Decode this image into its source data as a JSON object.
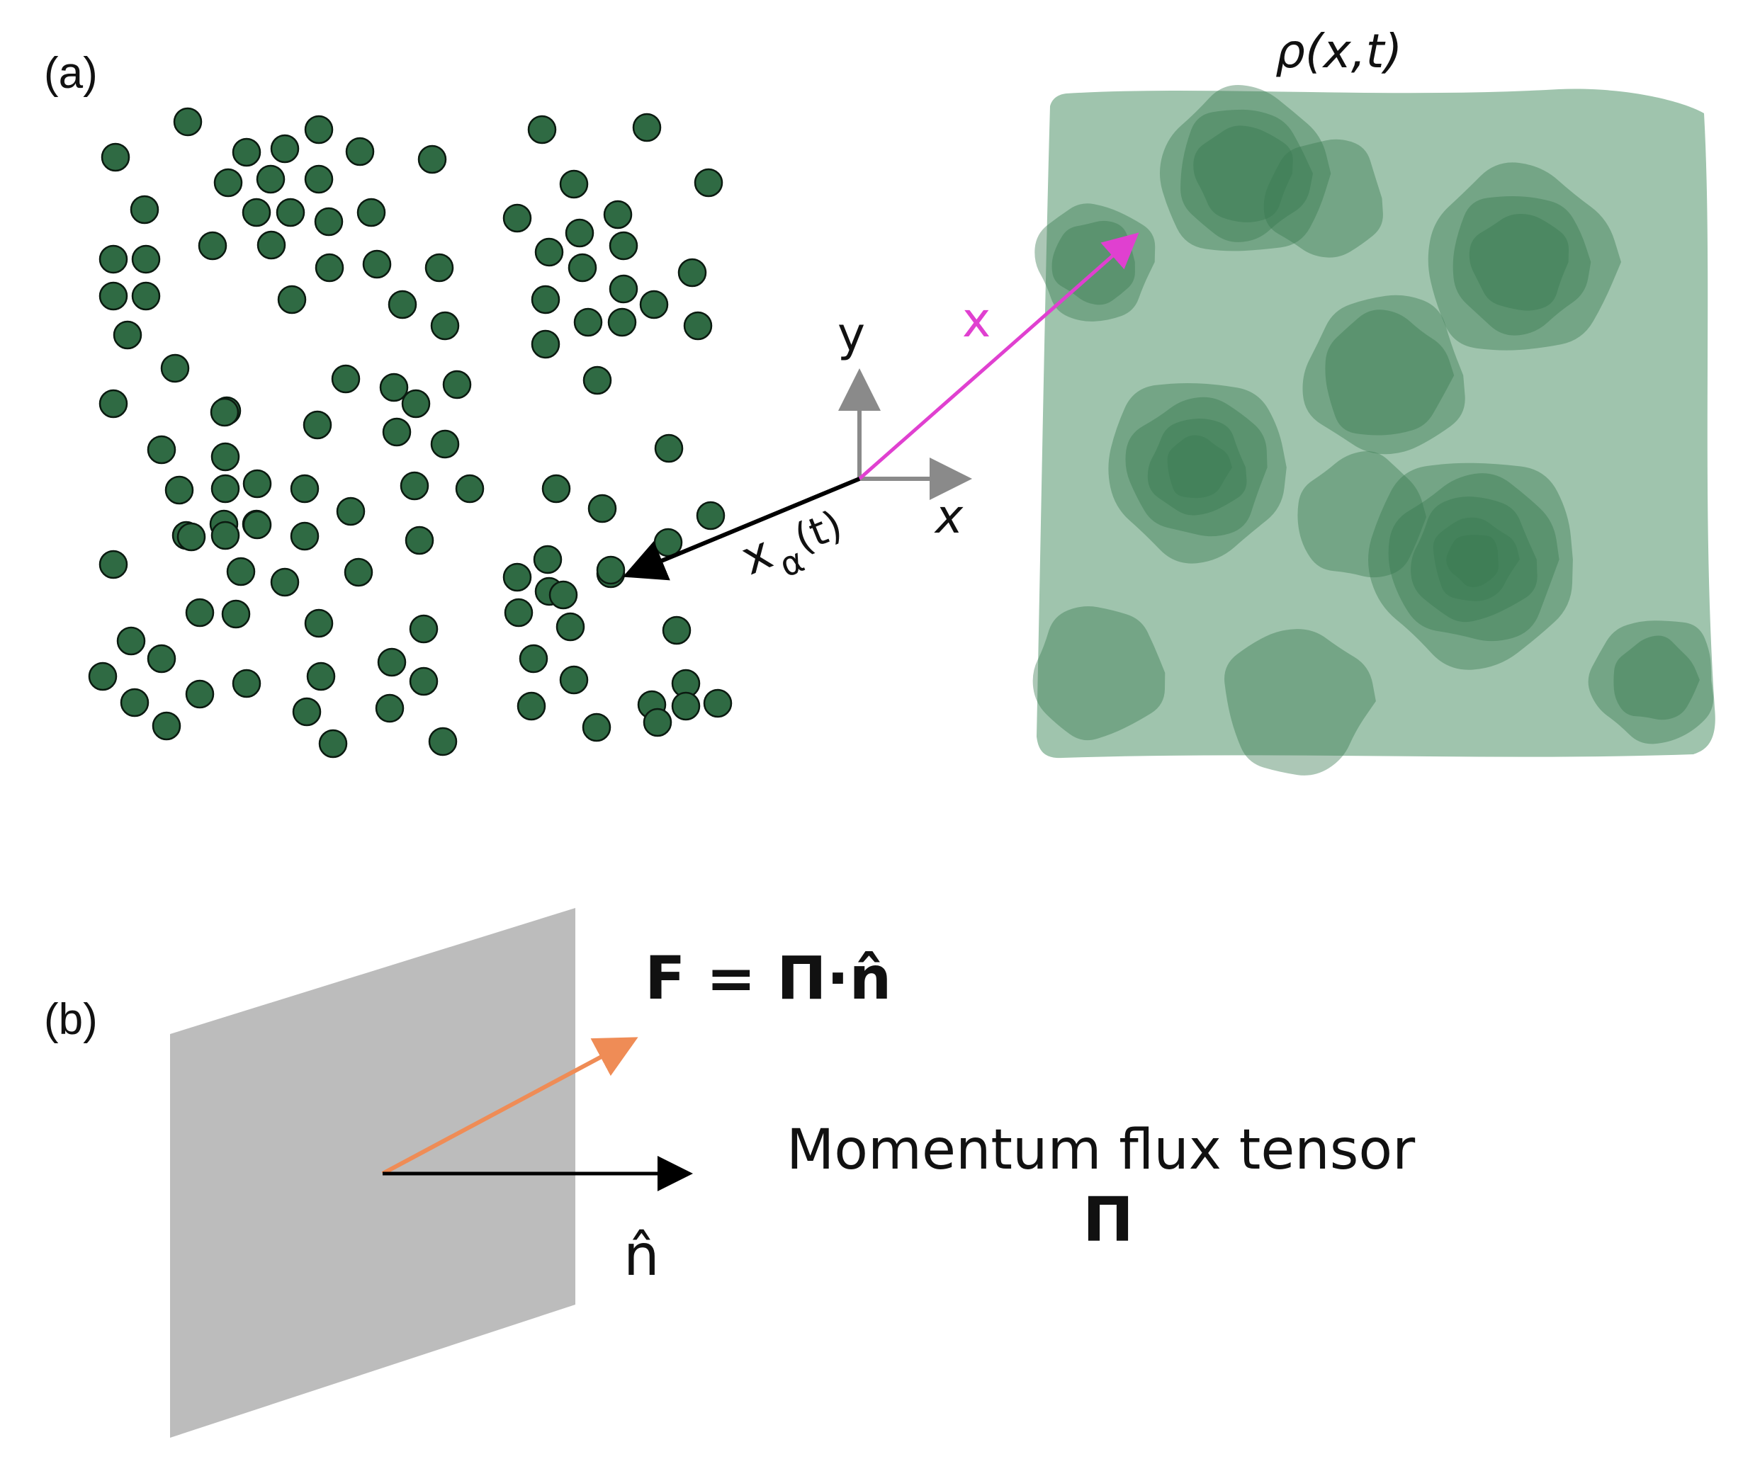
{
  "panel_a": {
    "label": "(a)",
    "density_label": "ρ(x,t)",
    "position_vector_label": "x",
    "particle_vector_label": "x",
    "particle_vector_sub": "α",
    "particle_vector_arg": "(t)",
    "axis_y_label": "y",
    "axis_x_label": "x"
  },
  "panel_b": {
    "label": "(b)",
    "force_label": "F = Π·n̂",
    "normal_label": "n̂",
    "tensor_title": "Momentum flux tensor",
    "tensor_symbol": "Π"
  },
  "colors": {
    "particle": "#2f6a43",
    "density_background": "#9fc4ad",
    "density_blob": "#3a7a50",
    "position_vector": "#e040d0",
    "force_vector": "#ef8c56",
    "axis": "#8a8a8a",
    "surface": "#bcbcbc"
  }
}
